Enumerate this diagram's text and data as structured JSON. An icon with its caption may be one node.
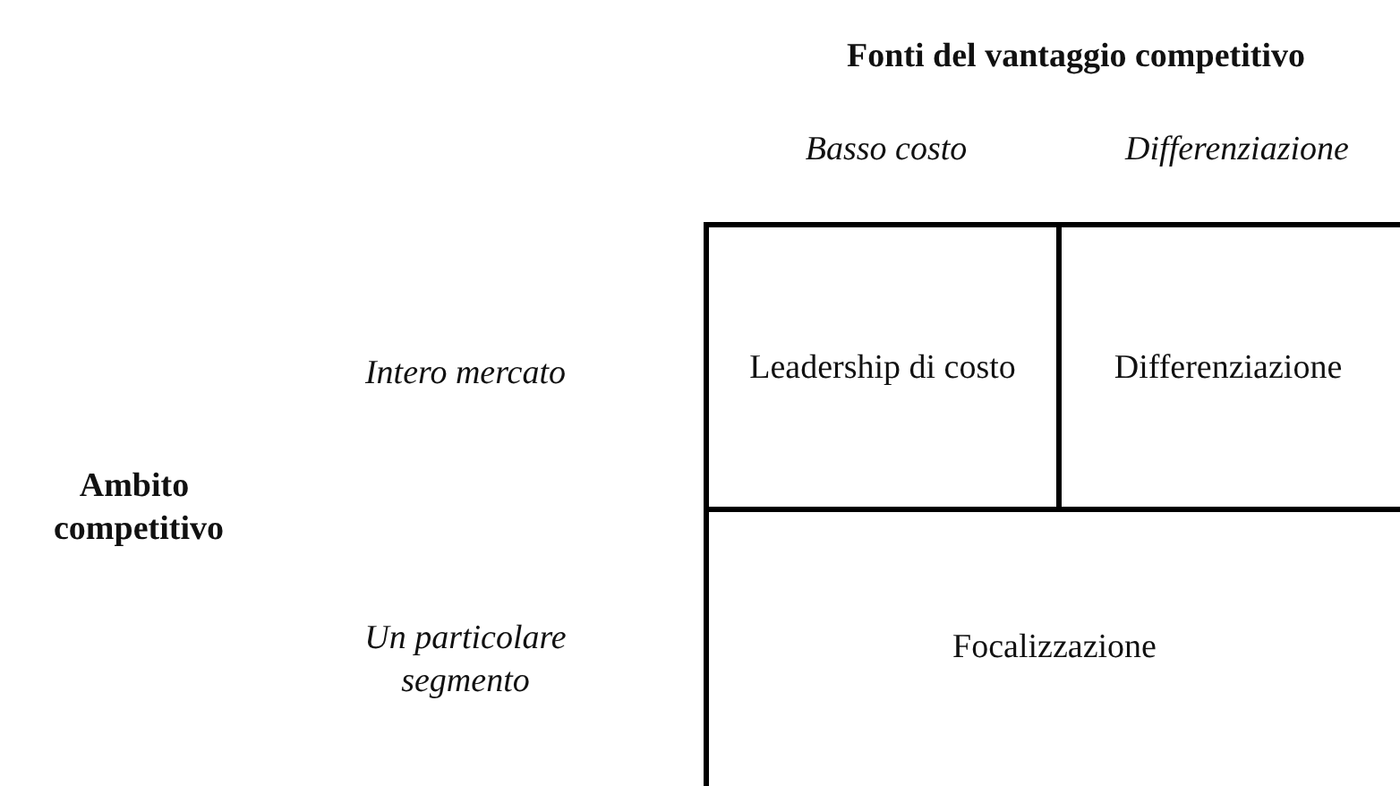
{
  "diagram": {
    "nodes": [
      {
        "text": [
          "Leadership di costo"
        ]
      },
      {
        "text": [
          "Differenziazione"
        ]
      },
      {
        "text": [
          "Focalizzazione"
        ]
      }
    ],
    "labels": [
      "Fonti del vantaggio competitivo",
      "Basso costo",
      "Differenziazione",
      "Intero mercato",
      "Ambito competitivo",
      "Un particolare segmento"
    ]
  }
}
